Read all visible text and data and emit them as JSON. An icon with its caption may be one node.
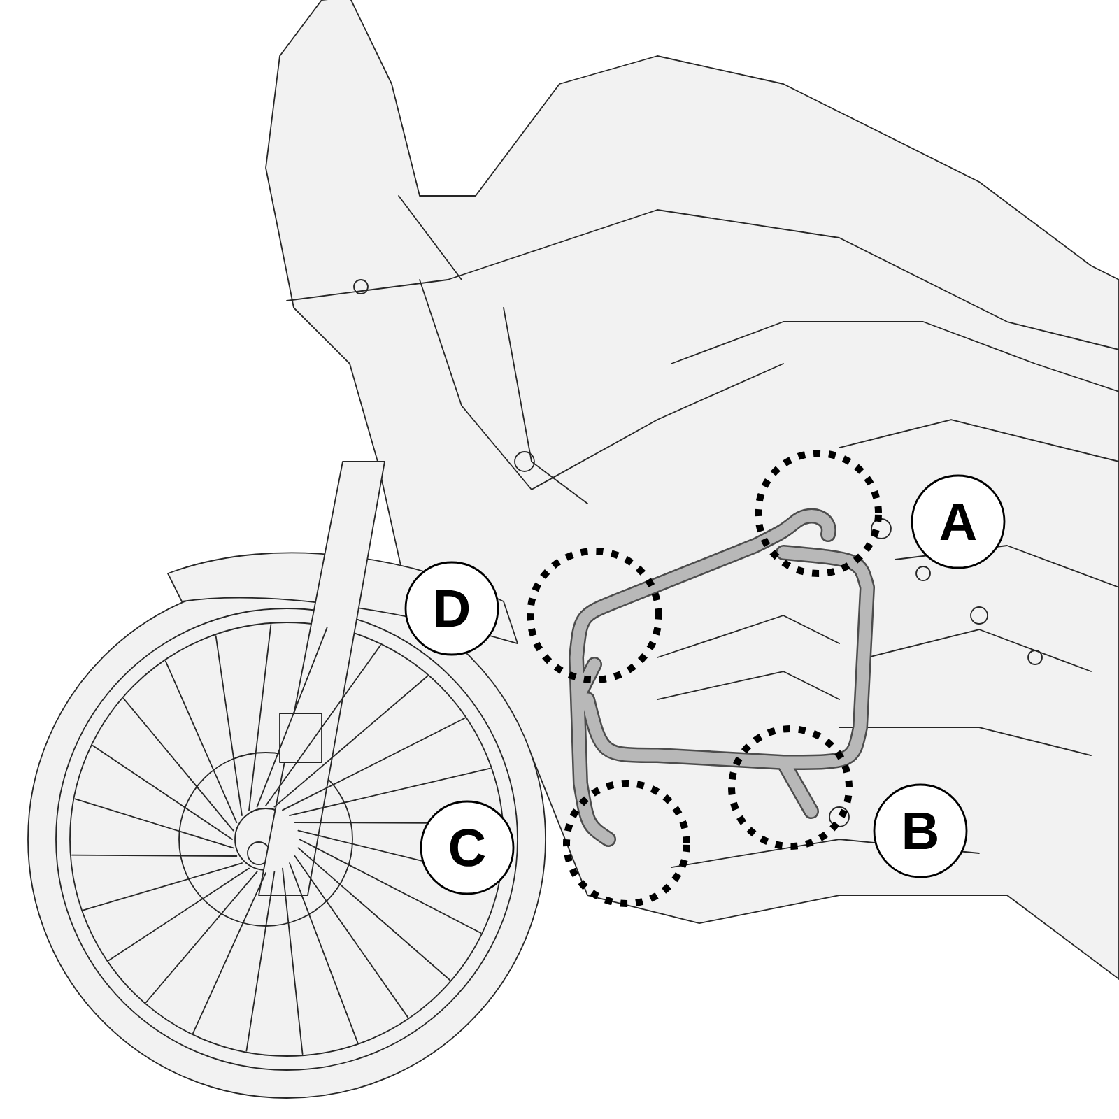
{
  "diagram": {
    "nodes": [
      {
        "text": [
          "A"
        ]
      },
      {
        "text": [
          "D"
        ]
      },
      {
        "text": [
          "B"
        ]
      },
      {
        "text": [
          "C"
        ]
      },
      {
        "text": [],
        "shape": "circle"
      },
      {
        "text": [],
        "shape": "circle"
      },
      {
        "text": [],
        "shape": "circle"
      },
      {
        "text": [],
        "shape": "circle"
      }
    ]
  }
}
